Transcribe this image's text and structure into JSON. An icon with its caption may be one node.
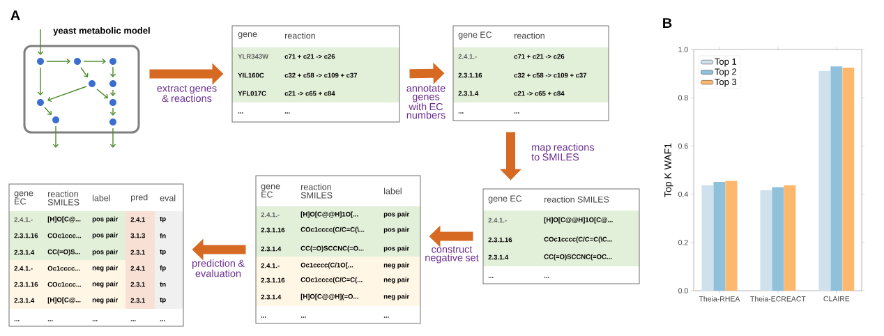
{
  "diagram": {
    "nodes": [
      {
        "text": [
          "yeast metabolic model"
        ]
      },
      {
        "text": [
          "gene",
          "reaction",
          "YLR343W",
          "c71 + c21 -> c26",
          "YIL160C",
          "c32 + c58 -> c109 + c37",
          "YFL017C",
          "c21 -> c65 + c84",
          "...",
          "..."
        ]
      },
      {
        "text": [
          "gene EC",
          "reaction",
          "2.4.1.-",
          "c71 + c21 -> c26",
          "2.3.1.16",
          "c32 + c58 -> c109 + c37",
          "2.3.1.4",
          "c21 -> c65 + c84",
          "...",
          "..."
        ]
      },
      {
        "text": [
          "gene EC",
          "reaction SMILES",
          "2.4.1.-",
          "[H]O[C@@H]1O[C@...",
          "2.3.1.16",
          "COc1cccc(C/C=C(\\C...",
          "2.3.1.4",
          "CC(=O)SCCNC(=OC...",
          "...",
          "..."
        ]
      },
      {
        "text": [
          "gene EC",
          "reaction SMILES",
          "label",
          "2.4.1.-",
          "[H]O[C@@H]1O[...",
          "pos pair",
          "2.3.1.16",
          "COc1cccc(C/C=C(\\...",
          "pos pair",
          "2.3.1.4",
          "CC(=O)SCCNC(=O...",
          "pos pair",
          "2.4.1.-",
          "Oc1cccc(C/1O[...",
          "neg pair",
          "2.3.1.16",
          "COc1cccc(C/C=C(...",
          "neg pair",
          "2.3.1.4",
          "[H]O[C@@H](=O...",
          "neg pair",
          "...",
          "...",
          "..."
        ]
      },
      {
        "text": [
          "gene EC",
          "reaction SMILES",
          "label",
          "pred",
          "eval",
          "2.4.1.-",
          "[H]O[C@...",
          "pos pair",
          "2.4.1",
          "tp",
          "2.3.1.16",
          "COc1ccc...",
          "pos pair",
          "3.1.3",
          "fn",
          "2.3.1.4",
          "CC(=O)S...",
          "pos pair",
          "2.3.1",
          "tp",
          "2.4.1.-",
          "Oc1cccc...",
          "neg pair",
          "2.4.1",
          "fp",
          "2.3.1.16",
          "COc1ccc...",
          "neg pair",
          "2.3.1",
          "tn",
          "2.3.1.4",
          "[H]O[C@...",
          "neg pair",
          "2.3.1",
          "tp",
          "...",
          "...",
          "...",
          "...",
          "..."
        ]
      }
    ],
    "edges": [
      {
        "from": 0,
        "to": 1,
        "arrow": "to",
        "label": "extract genes & reactions"
      },
      {
        "from": 1,
        "to": 2,
        "arrow": "to",
        "label": "annotate genes with EC numbers"
      },
      {
        "from": 2,
        "to": 3,
        "arrow": "to",
        "label": "map reactions to SMILES"
      },
      {
        "from": 3,
        "to": 4,
        "arrow": "to",
        "label": "construct negative set"
      },
      {
        "from": 4,
        "to": 5,
        "arrow": "to",
        "label": "prediction & evaluation"
      }
    ],
    "labels": [
      "A",
      "B"
    ],
    "chart_data": {
      "type": "bar",
      "ylabel": "Top K WAF1",
      "categories": [
        "Theia-RHEA",
        "Theia-ECREACT",
        "CLAIRE"
      ],
      "series": [
        {
          "name": "Top 1",
          "color": "#cfe1ec",
          "values": [
            0.437,
            0.417,
            0.912
          ]
        },
        {
          "name": "Top 2",
          "color": "#8fc1db",
          "values": [
            0.451,
            0.429,
            0.93
          ]
        },
        {
          "name": "Top 3",
          "color": "#fdb86e",
          "values": [
            0.455,
            0.437,
            0.925
          ]
        }
      ],
      "ylim": [
        0,
        1
      ],
      "legend": "upper left",
      "yticks": [
        {
          "value": 0,
          "label": "0.0"
        },
        {
          "value": 0.2,
          "label": "0.2"
        },
        {
          "value": 0.4,
          "label": "0.4"
        },
        {
          "value": 0.6,
          "label": "0.6"
        },
        {
          "value": 0.8,
          "label": "0.8"
        },
        {
          "value": 1.0,
          "label": "1.0"
        }
      ]
    }
  }
}
